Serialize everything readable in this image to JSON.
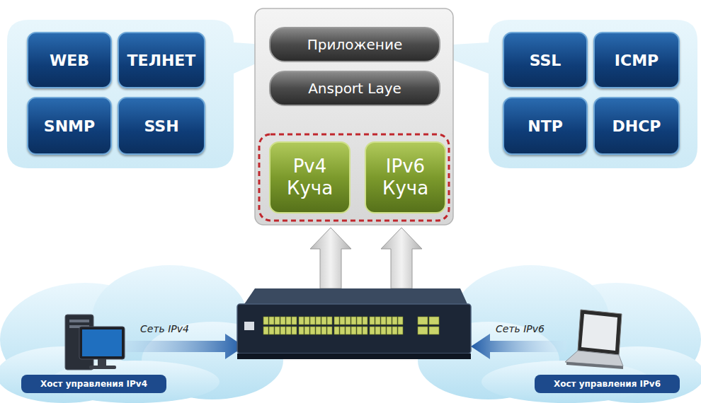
{
  "diagram": {
    "nodes": [
      {
        "text": [
          "WEB"
        ]
      },
      {
        "text": [
          "ТЕЛНЕТ"
        ]
      },
      {
        "text": [
          "SNMP"
        ]
      },
      {
        "text": [
          "SSH"
        ]
      },
      {
        "text": [
          "Приложение"
        ]
      },
      {
        "text": [
          "Ansport Laye"
        ]
      },
      {
        "text": [
          "Pv4 Куча"
        ]
      },
      {
        "text": [
          "IPv6 Куча"
        ]
      },
      {
        "text": [
          "SSL"
        ]
      },
      {
        "text": [
          "ICMP"
        ]
      },
      {
        "text": [
          "NTP"
        ]
      },
      {
        "text": [
          "DHCP"
        ]
      },
      {
        "text": [
          "Хост управления IPv4"
        ]
      },
      {
        "text": [
          "Хост управления IPv6"
        ]
      }
    ],
    "labels": [
      "Сеть IPv4",
      "Сеть IPv6"
    ]
  }
}
